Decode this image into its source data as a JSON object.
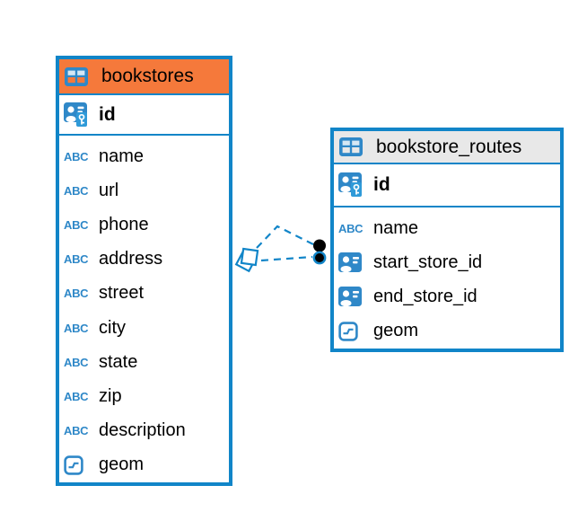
{
  "diagram": {
    "kind": "entity-relationship-diagram",
    "colors": {
      "accent_blue": "#1185c8",
      "icon_blue": "#2f88c8",
      "header_orange": "#f5793b",
      "header_gray": "#e8e8e8",
      "key_overlay_blue": "#2f9ad8",
      "marker_fill": "#000000",
      "table_background": "#ffffff",
      "text": "#000000"
    },
    "icons": {
      "text_type_label": "ABC"
    },
    "tables": [
      {
        "title": "bookstores",
        "header_color": "orange",
        "primary_key": {
          "name": "id"
        },
        "columns": [
          {
            "name": "name",
            "type": "text"
          },
          {
            "name": "url",
            "type": "text"
          },
          {
            "name": "phone",
            "type": "text"
          },
          {
            "name": "address",
            "type": "text"
          },
          {
            "name": "street",
            "type": "text"
          },
          {
            "name": "city",
            "type": "text"
          },
          {
            "name": "state",
            "type": "text"
          },
          {
            "name": "zip",
            "type": "text"
          },
          {
            "name": "description",
            "type": "text"
          },
          {
            "name": "geom",
            "type": "geometry"
          }
        ]
      },
      {
        "title": "bookstore_routes",
        "header_color": "gray",
        "primary_key": {
          "name": "id"
        },
        "columns": [
          {
            "name": "name",
            "type": "text"
          },
          {
            "name": "start_store_id",
            "type": "foreign-key"
          },
          {
            "name": "end_store_id",
            "type": "foreign-key"
          },
          {
            "name": "geom",
            "type": "geometry"
          }
        ]
      }
    ],
    "relationships": [
      {
        "from_table": "bookstores",
        "to_table": "bookstore_routes",
        "line_style": "dashed"
      },
      {
        "from_table": "bookstores",
        "to_table": "bookstore_routes",
        "line_style": "dashed"
      }
    ]
  }
}
